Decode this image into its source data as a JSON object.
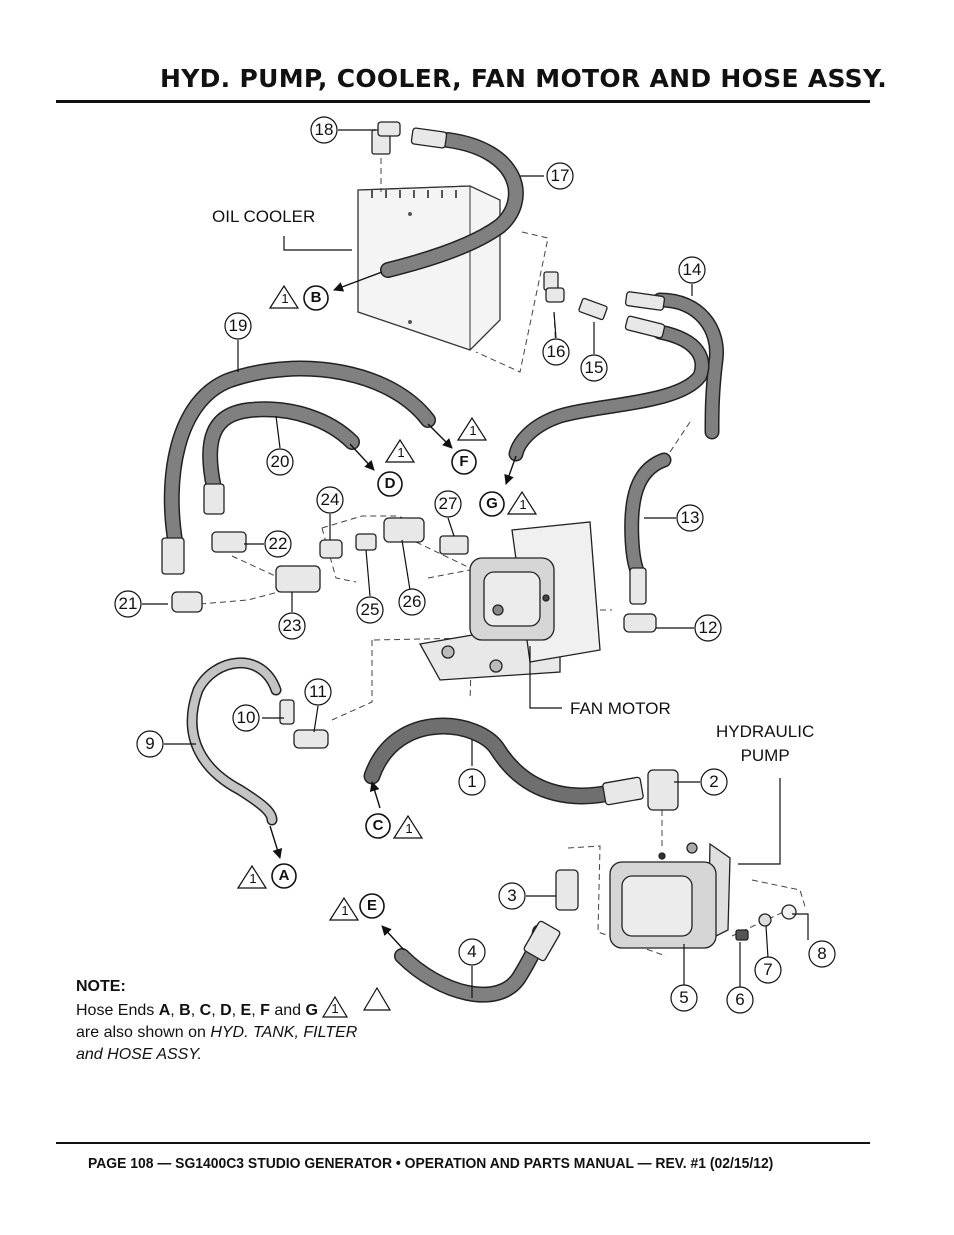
{
  "page": {
    "title": "HYD. PUMP, COOLER, FAN MOTOR AND HOSE ASSY.",
    "footer": "PAGE 108 — SG1400C3 STUDIO GENERATOR • OPERATION AND PARTS MANUAL — REV. #1 (02/15/12)"
  },
  "labels": {
    "oil_cooler": "OIL COOLER",
    "fan_motor": "FAN MOTOR",
    "hydraulic_pump_line1": "HYDRAULIC",
    "hydraulic_pump_line2": "PUMP"
  },
  "callouts": [
    "1",
    "2",
    "3",
    "4",
    "5",
    "6",
    "7",
    "8",
    "9",
    "10",
    "11",
    "12",
    "13",
    "14",
    "15",
    "16",
    "17",
    "18",
    "19",
    "20",
    "21",
    "22",
    "23",
    "24",
    "25",
    "26",
    "27"
  ],
  "hose_ends": [
    "A",
    "B",
    "C",
    "D",
    "E",
    "F",
    "G"
  ],
  "warning_number": "1",
  "note": {
    "heading": "NOTE:",
    "line1_prefix": "Hose Ends ",
    "ends": [
      "A",
      "B",
      "C",
      "D",
      "E",
      "F",
      "G"
    ],
    "and": "and",
    "line2": "are also shown on ",
    "ref_italic_1": "HYD. TANK, FILTER",
    "ref_italic_2": "and HOSE ASSY."
  },
  "colors": {
    "hose": "#7d7d7d",
    "hose_light": "#bdbdbd",
    "ink": "#111111",
    "part_fill": "#e6e6e6"
  }
}
